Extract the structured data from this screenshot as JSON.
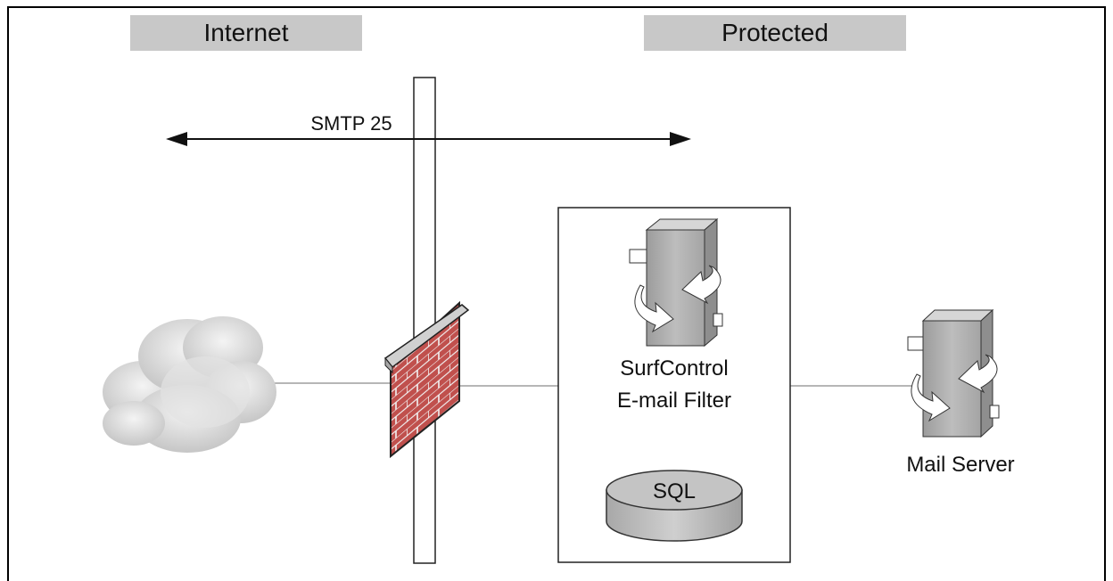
{
  "zones": {
    "internet": "Internet",
    "protected": "Protected"
  },
  "protocol_label": "SMTP 25",
  "filter_label_line1": "SurfControl",
  "filter_label_line2": "E-mail Filter",
  "database_label": "SQL",
  "mail_server_label": "Mail Server",
  "icons": [
    "cloud-icon",
    "firewall-icon",
    "server-icon",
    "database-icon"
  ],
  "colors": {
    "zone_tab": "#c8c8c8",
    "brick": "#c0504d",
    "server": "#a8a8a8",
    "cloud": "#dcdcdc"
  }
}
